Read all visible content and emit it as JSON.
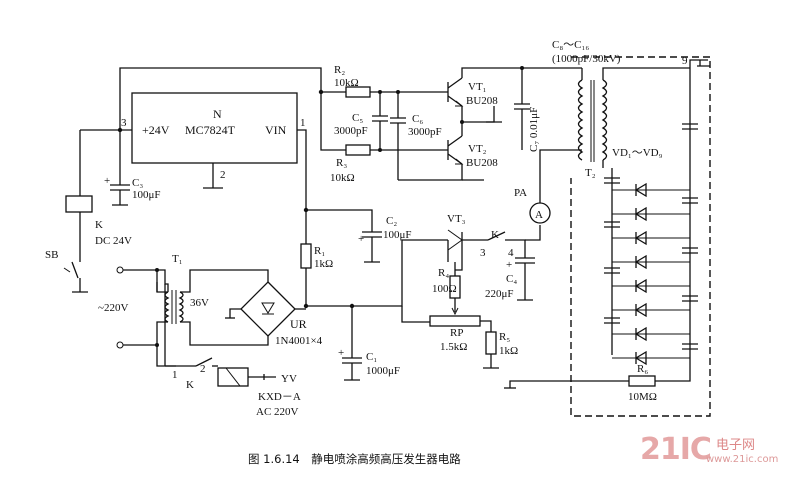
{
  "caption": "图 1.6.14　静电喷涂高频高压发生器电路",
  "watermark": {
    "brand": "21IC",
    "cn": "电子网",
    "url": "www.21ic.com"
  },
  "labels": {
    "N": "N",
    "ic_part": "MC7824T",
    "pin3": "3",
    "pin1": "1",
    "pin2": "2",
    "v24": "+24V",
    "vin": "VIN",
    "c3": "C₃",
    "c3v": "100μF",
    "k_relay": "K",
    "k_relay_v": "DC 24V",
    "sb": "SB",
    "t1": "T₁",
    "v220": "~220V",
    "v36": "36V",
    "k_sw": "K",
    "sw1": "1",
    "sw2": "2",
    "kxd": "KXD－A",
    "ac220": "AC 220V",
    "yv": "YV",
    "ur": "UR",
    "ur_part": "1N4001×4",
    "r1": "R₁",
    "r1v": "1kΩ",
    "c1": "C₁",
    "c1v": "1000μF",
    "c2": "C₂",
    "c2v": "100μF",
    "vt3": "VT₃",
    "k3": "3",
    "k4": "4",
    "kt": "K",
    "r4": "R₄",
    "r4v": "100Ω",
    "rp": "RP",
    "rpv": "1.5kΩ",
    "r5": "R₅",
    "r5v": "1kΩ",
    "c4": "C₄",
    "c4v": "220μF",
    "r2": "R₂",
    "r2v": "10kΩ",
    "r3": "R₃",
    "r3v": "10kΩ",
    "c5": "C₅",
    "c5v": "3000pF",
    "c6": "C₆",
    "c6v": "3000pF",
    "vt1": "VT₁",
    "vt1p": "BU208",
    "vt2": "VT₂",
    "vt2p": "BU208",
    "c7": "C₇ 0.01μF",
    "pa": "PA",
    "pa_sym": "A",
    "t2": "T₂",
    "c8": "C₈～C₁₆",
    "c8v": "(1000pF/30kV)",
    "vd": "VD₁～VD₉",
    "r6": "R₆",
    "r6v": "10MΩ",
    "out9": "9"
  }
}
